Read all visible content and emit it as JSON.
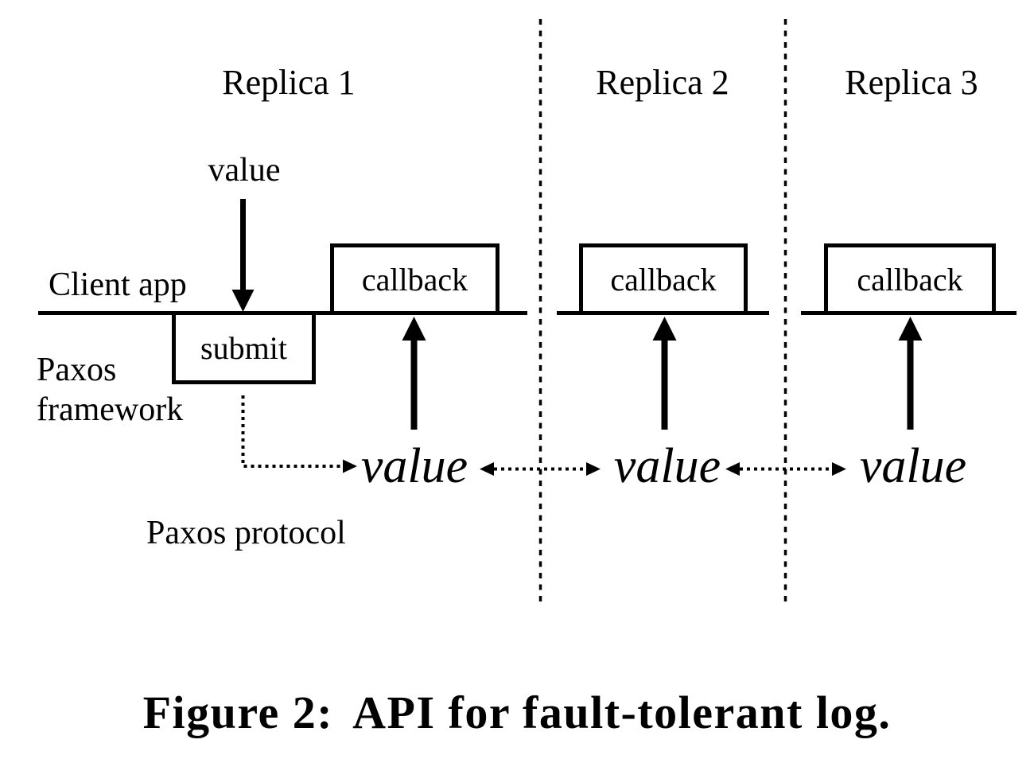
{
  "figure": {
    "caption": {
      "prefix": "Figure 2:",
      "text": "API for fault-tolerant log."
    },
    "colors": {
      "ink": "#000000",
      "background": "#ffffff"
    },
    "labels": {
      "client_app": "Client app",
      "framework_line1": "Paxos",
      "framework_line2": "framework",
      "protocol": "Paxos protocol",
      "input_value": "value",
      "submit": "submit"
    },
    "replicas": [
      {
        "title": "Replica 1",
        "callback": "callback",
        "value": "value"
      },
      {
        "title": "Replica 2",
        "callback": "callback",
        "value": "value"
      },
      {
        "title": "Replica 3",
        "callback": "callback",
        "value": "value"
      }
    ]
  }
}
